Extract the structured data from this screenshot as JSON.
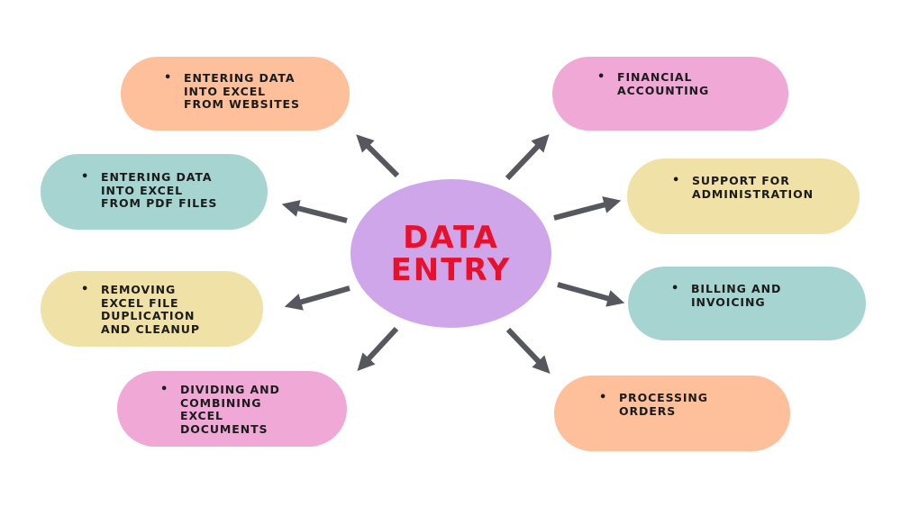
{
  "center": {
    "lines": [
      "DATA",
      "ENTRY"
    ]
  },
  "colors": {
    "center_fill": "#cfa6ea",
    "center_text": "#e8112d",
    "arrow": "#575760",
    "peach": "#fdc09a",
    "teal": "#a5d4d1",
    "yellow": "#f0e2a6",
    "pink": "#f0a9d7"
  },
  "items": [
    {
      "id": "websites",
      "lines": [
        "ENTERING DATA",
        "INTO EXCEL",
        "FROM WEBSITES"
      ],
      "color": "#fdc09a"
    },
    {
      "id": "pdf",
      "lines": [
        "ENTERING DATA",
        "INTO EXCEL",
        "FROM PDF FILES"
      ],
      "color": "#a5d4d1"
    },
    {
      "id": "duplication",
      "lines": [
        "REMOVING",
        "EXCEL FILE",
        "DUPLICATION",
        "AND CLEANUP"
      ],
      "color": "#f0e2a6"
    },
    {
      "id": "combining",
      "lines": [
        "DIVIDING AND",
        "COMBINING",
        "EXCEL",
        "DOCUMENTS"
      ],
      "color": "#f0a9d7"
    },
    {
      "id": "accounting",
      "lines": [
        "FINANCIAL",
        "ACCOUNTING"
      ],
      "color": "#f0a9d7"
    },
    {
      "id": "administration",
      "lines": [
        "SUPPORT FOR",
        "ADMINISTRATION"
      ],
      "color": "#f0e2a6"
    },
    {
      "id": "billing",
      "lines": [
        "BILLING AND",
        "INVOICING"
      ],
      "color": "#a5d4d1"
    },
    {
      "id": "orders",
      "lines": [
        "PROCESSING",
        "ORDERS"
      ],
      "color": "#fdc09a"
    }
  ]
}
